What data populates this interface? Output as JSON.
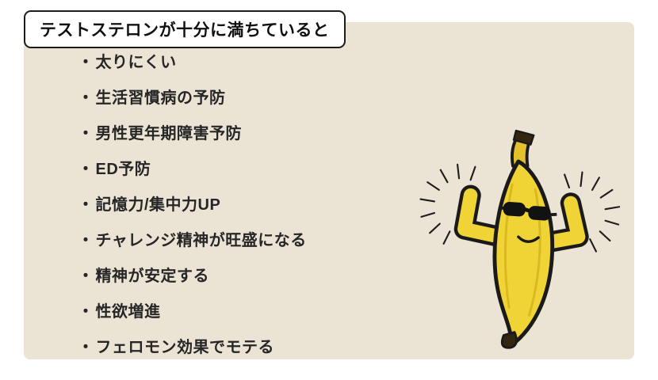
{
  "page": {
    "background_color": "#ffffff",
    "panel_color": "#ebe3d4",
    "text_color": "#262626"
  },
  "title": {
    "text": "テストステロンが十分に満ちていると"
  },
  "benefits": {
    "bullet": "・",
    "items": [
      {
        "label": "太りにくい"
      },
      {
        "label": "生活習慣病の予防"
      },
      {
        "label": "男性更年期障害予防"
      },
      {
        "label": "ED予防"
      },
      {
        "label": "記憶力/集中力UP"
      },
      {
        "label": "チャレンジ精神が旺盛になる"
      },
      {
        "label": "精神が安定する"
      },
      {
        "label": "性欲増進"
      },
      {
        "label": "フェロモン効果でモテる"
      }
    ]
  },
  "illustration": {
    "name": "flexing-banana-character",
    "body_color": "#f0d334",
    "shade_color": "#d9b822",
    "stem_color": "#e4c02c",
    "tip_color": "#32260f",
    "outline_color": "#1a1a1a"
  }
}
